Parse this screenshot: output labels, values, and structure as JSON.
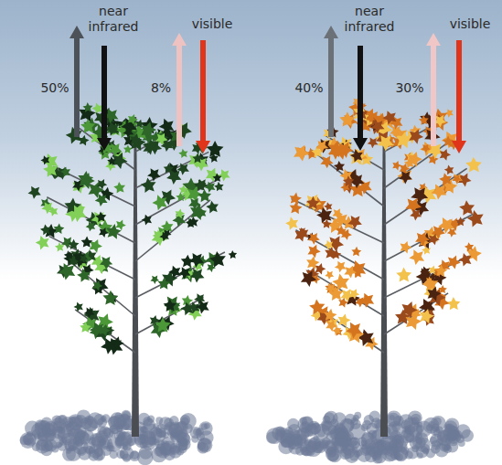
{
  "diagram": {
    "labels": [
      "near infrared",
      "visible",
      "50%",
      "8%",
      "near infrared",
      "visible",
      "40%",
      "30%"
    ]
  }
}
